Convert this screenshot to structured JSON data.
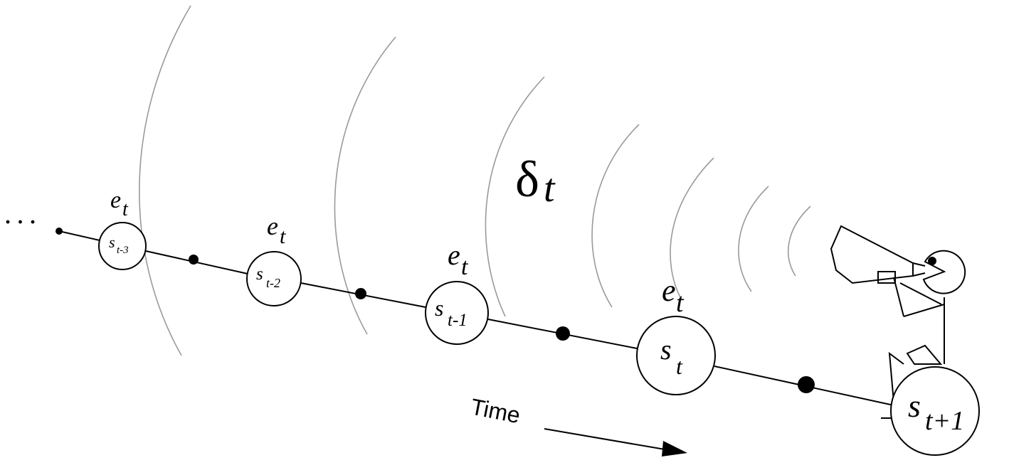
{
  "sequence": {
    "ellipsis": "· · ·",
    "states": [
      {
        "base": "s",
        "sub": "t-3",
        "trace_base": "e",
        "trace_sub": "t"
      },
      {
        "base": "s",
        "sub": "t-2",
        "trace_base": "e",
        "trace_sub": "t"
      },
      {
        "base": "s",
        "sub": "t-1",
        "trace_base": "e",
        "trace_sub": "t"
      },
      {
        "base": "s",
        "sub": "t",
        "trace_base": "e",
        "trace_sub": "t"
      },
      {
        "base": "s",
        "sub": "t+1"
      }
    ]
  },
  "error_signal": {
    "base": "δ",
    "sub": "t"
  },
  "time_label": "Time",
  "colors": {
    "ink": "#000000",
    "wave": "#9a9a9a",
    "background": "#ffffff"
  }
}
